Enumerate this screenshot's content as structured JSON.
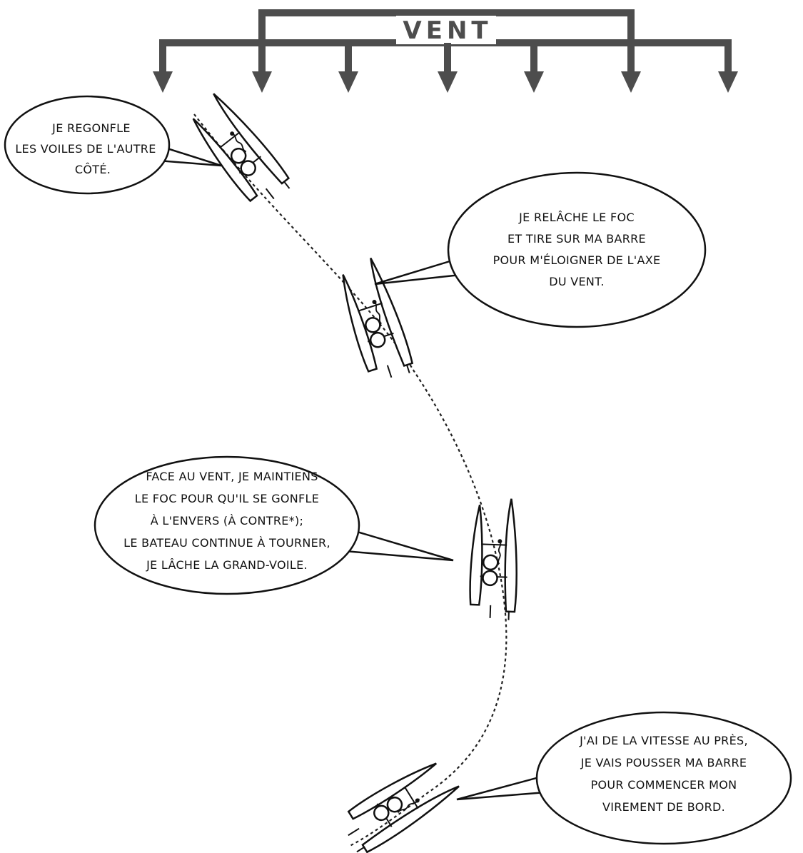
{
  "wind": {
    "label": "VENT",
    "color": "#4d4d4d"
  },
  "bubbles": [
    {
      "id": "regonfle",
      "lines": [
        "JE REGONFLE",
        "LES VOILES DE L'AUTRE",
        "CÔTÉ."
      ]
    },
    {
      "id": "relache",
      "lines": [
        "JE RELÂCHE LE FOC",
        "ET TIRE SUR MA BARRE",
        "POUR M'ÉLOIGNER DE L'AXE",
        "DU VENT."
      ]
    },
    {
      "id": "face-vent",
      "lines": [
        "FACE AU VENT, JE MAINTIENS",
        "LE FOC POUR QU'IL SE GONFLE",
        "À L'ENVERS (À CONTRE*);",
        "LE BATEAU CONTINUE À TOURNER,",
        "JE LÂCHE LA GRAND-VOILE."
      ]
    },
    {
      "id": "vitesse",
      "lines": [
        "J'AI DE LA VITESSE AU PRÈS,",
        "JE VAIS POUSSER MA BARRE",
        "POUR COMMENCER MON",
        "VIREMENT DE BORD."
      ]
    }
  ],
  "icons": {
    "catamaran": "catamaran-icon",
    "wind_arrow": "wind-arrow-icon"
  }
}
